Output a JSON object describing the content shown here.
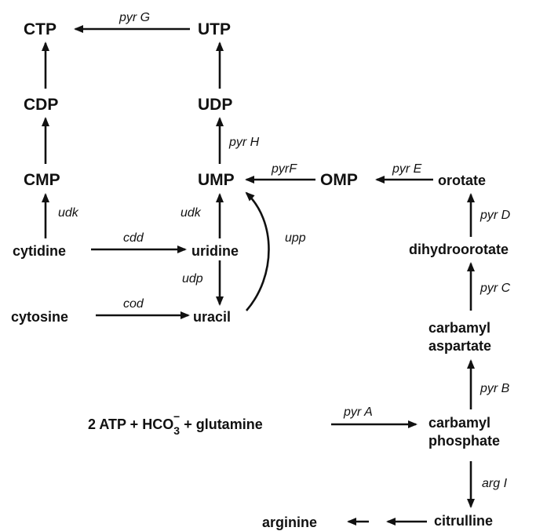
{
  "nodes": {
    "ctp": "CTP",
    "utp": "UTP",
    "cdp": "CDP",
    "udp": "UDP",
    "cmp": "CMP",
    "ump": "UMP",
    "omp": "OMP",
    "orotate": "orotate",
    "cytidine": "cytidine",
    "uridine": "uridine",
    "dihydroorotate": "dihydroorotate",
    "cytosine": "cytosine",
    "uracil": "uracil",
    "carbamyl_aspartate_1": "carbamyl",
    "carbamyl_aspartate_2": "aspartate",
    "substrates_prefix": "2 ATP + HCO",
    "substrates_sub": "3",
    "substrates_sup": "−",
    "substrates_suffix": " + glutamine",
    "carbamyl_phosphate_1": "carbamyl",
    "carbamyl_phosphate_2": "phosphate",
    "arginine": "arginine",
    "citrulline": "citrulline"
  },
  "enzymes": {
    "pyrG": "pyr G",
    "pyrH": "pyr H",
    "pyrF": "pyrF",
    "pyrE": "pyr E",
    "udk_left": "udk",
    "udk_mid": "udk",
    "upp": "upp",
    "cdd": "cdd",
    "udp": "udp",
    "cod": "cod",
    "pyrD": "pyr D",
    "pyrC": "pyr C",
    "pyrB": "pyr B",
    "pyrA": "pyr A",
    "argI": "arg I"
  }
}
